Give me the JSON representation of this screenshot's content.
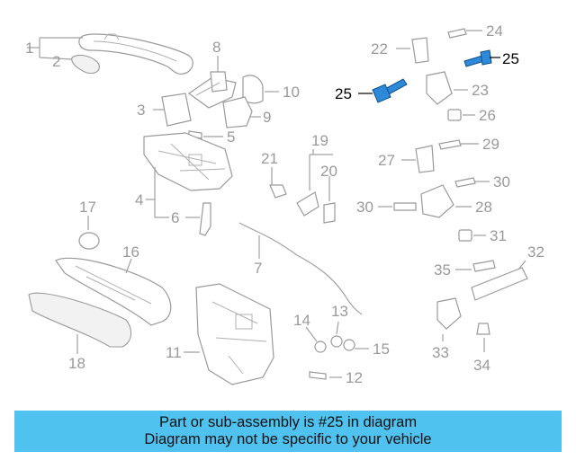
{
  "banner": {
    "line1": "Part or sub-assembly is #25 in diagram",
    "line2": "Diagram may not be specific to your vehicle"
  },
  "highlighted_part": "25",
  "colors": {
    "banner_bg": "#4fc2f0",
    "highlight_part": "#2d8ad8",
    "line_art": "#9a9a9a"
  },
  "callouts": [
    "1",
    "2",
    "3",
    "4",
    "5",
    "6",
    "7",
    "8",
    "9",
    "10",
    "11",
    "12",
    "13",
    "14",
    "15",
    "16",
    "17",
    "18",
    "19",
    "20",
    "21",
    "22",
    "23",
    "24",
    "25",
    "25",
    "26",
    "27",
    "28",
    "29",
    "30",
    "30",
    "31",
    "32",
    "33",
    "34",
    "35"
  ]
}
